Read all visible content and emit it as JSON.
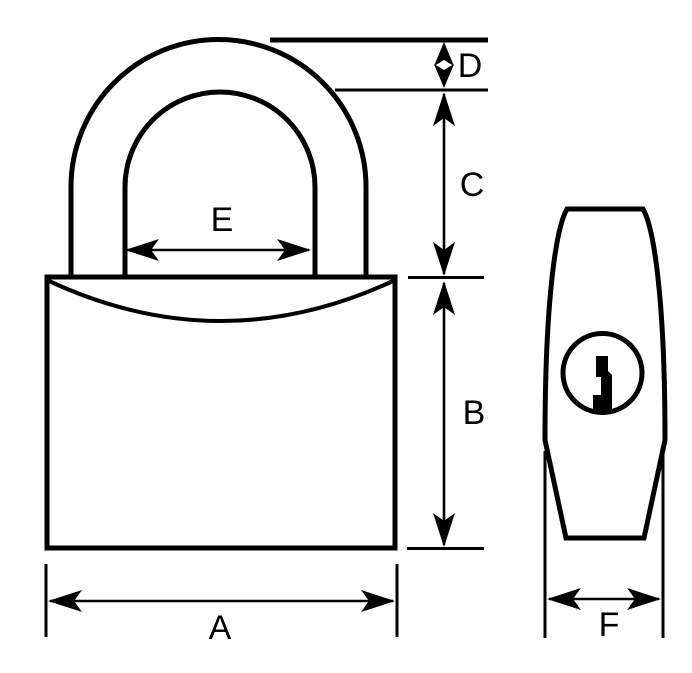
{
  "diagram": {
    "subject": "padlock-dimension-drawing",
    "colors": {
      "line": "#000000",
      "background": "#ffffff"
    },
    "labels": {
      "A": "A",
      "B": "B",
      "C": "C",
      "D": "D",
      "E": "E",
      "F": "F"
    }
  }
}
